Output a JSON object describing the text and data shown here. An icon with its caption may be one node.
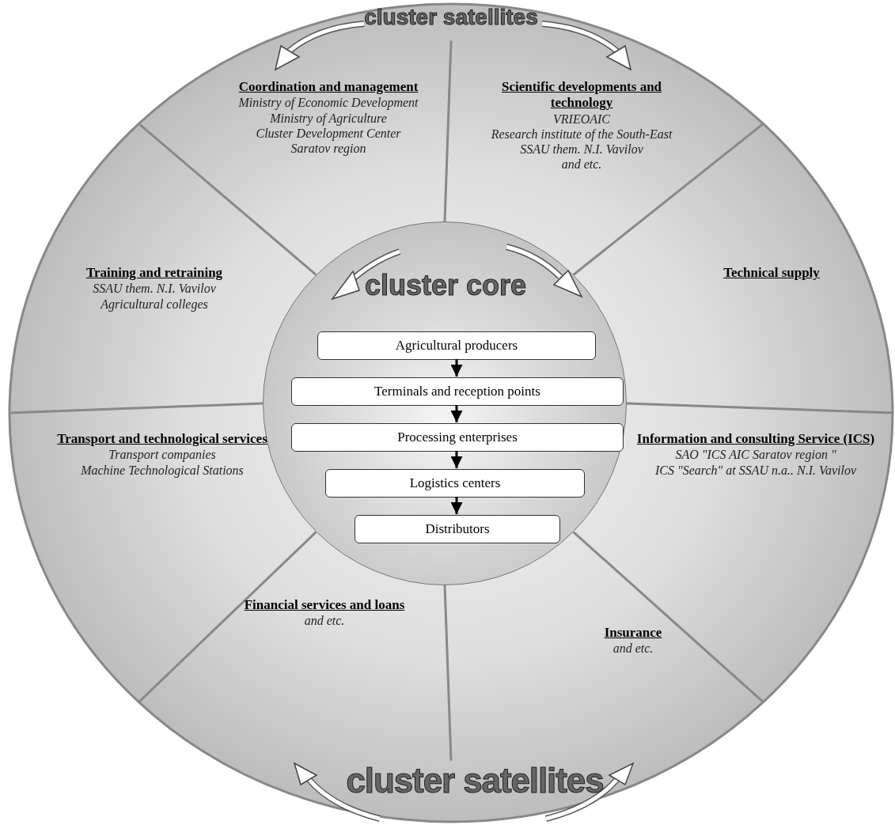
{
  "diagram": {
    "nodes": [
      {
        "text": [
          "Coordination and management",
          "Ministry of Economic Development",
          "Ministry of Agriculture",
          "Cluster Development Center",
          "Saratov region"
        ]
      },
      {
        "text": [
          "Scientific developments and technology",
          "VRIEOAIC",
          "Research institute of the South-East",
          "SSAU them. N.I. Vavilov",
          "and etc."
        ]
      },
      {
        "text": [
          "Training and retraining",
          "SSAU them. N.I. Vavilov",
          "Agricultural colleges"
        ]
      },
      {
        "text": [
          "cluster core"
        ]
      },
      {
        "text": [
          "Agricultural producers"
        ],
        "in": 3
      },
      {
        "text": [
          "Terminals and reception points"
        ],
        "in": 3
      },
      {
        "text": [
          "Processing enterprises"
        ],
        "in": 3
      },
      {
        "text": [
          "Logistics centers"
        ],
        "in": 3
      },
      {
        "text": [
          "Distributors"
        ],
        "in": 3
      },
      {
        "text": [
          "Technical supply"
        ]
      },
      {
        "text": [
          "Transport and technological services",
          "Transport companies",
          "Machine Technological Stations"
        ]
      },
      {
        "text": [
          "Information and consulting Service (ICS)",
          "SAO \"ICS AIC Saratov region \"",
          "ICS \"Search\" at SSAU n.a.. N.I. Vavilov"
        ]
      },
      {
        "text": [
          "Financial services and loans",
          "and etc."
        ]
      },
      {
        "text": [
          "Insurance",
          "and etc."
        ]
      }
    ],
    "edges": [
      {
        "from": 4,
        "to": 5,
        "arrow": "to"
      },
      {
        "from": 5,
        "to": 6,
        "arrow": "to"
      },
      {
        "from": 6,
        "to": 7,
        "arrow": "to"
      },
      {
        "from": 7,
        "to": 8,
        "arrow": "to"
      }
    ],
    "labels": [
      "cluster satellites",
      "cluster satellites"
    ]
  }
}
